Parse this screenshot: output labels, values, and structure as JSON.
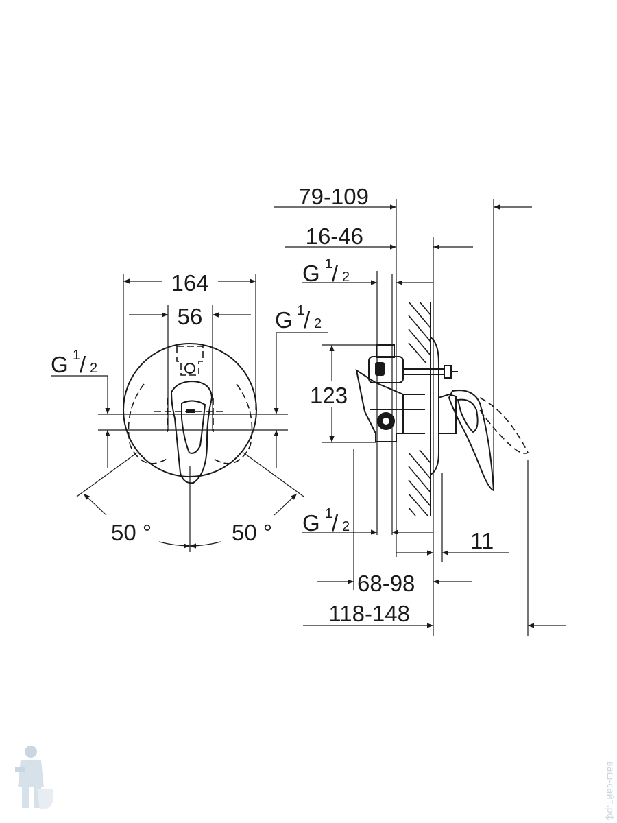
{
  "front_view": {
    "width_label": "164",
    "handle_label": "56",
    "inlet_left_label": {
      "g": "G",
      "num": "1",
      "den": "2"
    },
    "inlet_right_label": {
      "g": "G",
      "num": "1",
      "den": "2"
    },
    "angle_left_label": "50 °",
    "angle_right_label": "50 °"
  },
  "side_view": {
    "depth_total_label": "79-109",
    "depth_wall_label": "16-46",
    "inlet_top_label": {
      "g": "G",
      "num": "1",
      "den": "2"
    },
    "inlet_bottom_label": {
      "g": "G",
      "num": "1",
      "den": "2"
    },
    "height_label": "123",
    "plate_offset_label": "11",
    "install_depth_label": "68-98",
    "total_depth_label": "118-148"
  },
  "watermark": {
    "side_text": "ваш-сайт.рф"
  },
  "colors": {
    "line": "#1a1a1a",
    "background": "#ffffff",
    "watermark": "#c9d6e2"
  }
}
